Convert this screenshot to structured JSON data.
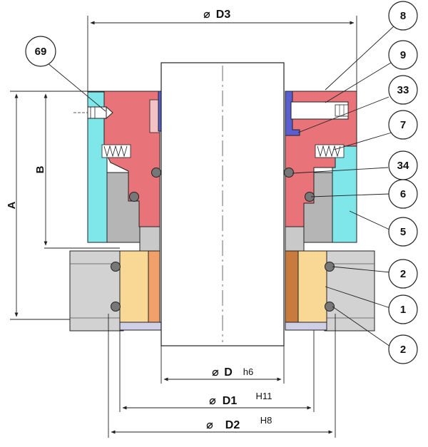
{
  "dimensions": {
    "d3": {
      "symbol": "⌀",
      "label": "D3"
    },
    "d": {
      "symbol": "⌀",
      "label": "D",
      "tolerance": "h6"
    },
    "d1": {
      "symbol": "⌀",
      "label": "D1",
      "tolerance": "H11"
    },
    "d2": {
      "symbol": "⌀",
      "label": "D2",
      "tolerance": "H8"
    },
    "a": {
      "label": "A"
    },
    "b": {
      "label": "B"
    }
  },
  "callouts": [
    "69",
    "8",
    "9",
    "33",
    "7",
    "34",
    "6",
    "5",
    "2",
    "1",
    "2"
  ],
  "colors": {
    "rotor_red": "#e87378",
    "gland_cyan": "#7fe6ea",
    "seat_yellow": "#f8d894",
    "gasket_orange": "#f0a068",
    "ring_blue": "#5a5fd0",
    "housing_gray": "#d2d2d2",
    "insert_gray": "#b0b0b0",
    "shaft_white": "#ffffff",
    "line": "#222222"
  }
}
